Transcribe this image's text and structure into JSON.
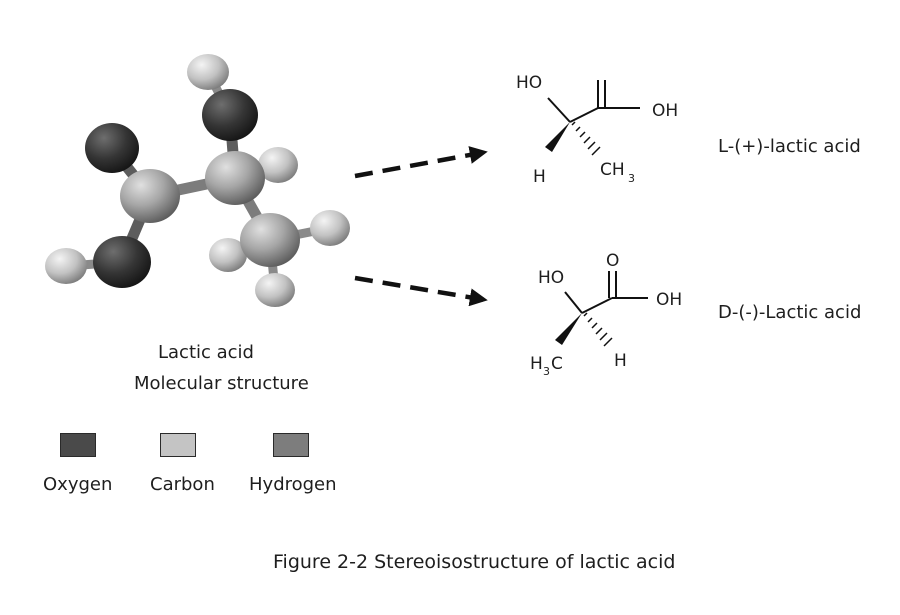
{
  "model": {
    "label_line1": "Lactic acid",
    "label_line2": "Molecular structure"
  },
  "legend": [
    {
      "name": "Oxygen",
      "color": "#4a4a4a"
    },
    {
      "name": "Carbon",
      "color": "#c4c4c4"
    },
    {
      "name": "Hydrogen",
      "color": "#7d7d7d"
    }
  ],
  "structures": {
    "l_isomer": {
      "name": "L-(+)-lactic acid",
      "ho": "HO",
      "oh": "OH",
      "h": "H",
      "ch": "CH",
      "sub3": "3"
    },
    "d_isomer": {
      "name": "D-(-)-Lactic acid",
      "ho": "HO",
      "o": "O",
      "oh": "OH",
      "h": "H",
      "hc_h": "H",
      "hc_3": "3",
      "hc_c": "C"
    }
  },
  "caption": "Figure 2-2 Stereoisostructure of lactic acid"
}
